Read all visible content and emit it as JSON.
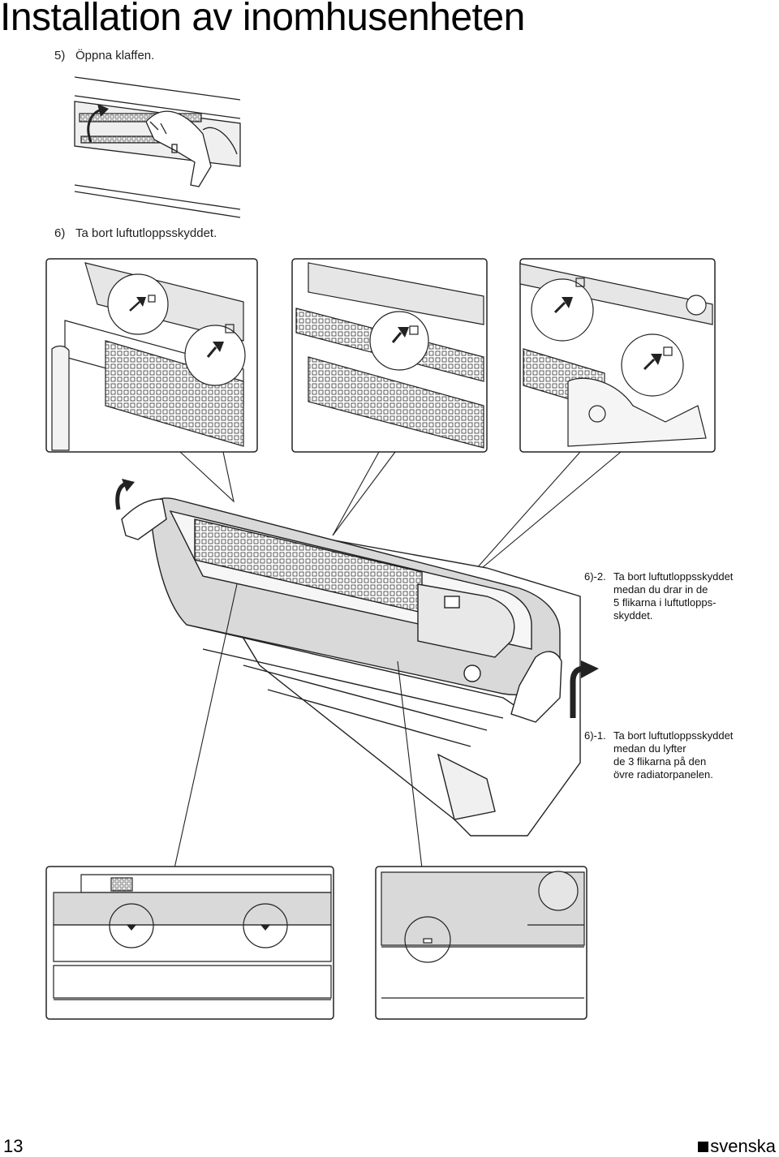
{
  "page": {
    "title": "Installation av inomhusenheten",
    "page_number": "13",
    "language": "svenska"
  },
  "steps": [
    {
      "num": "5)",
      "text": "Öppna klaffen."
    },
    {
      "num": "6)",
      "text": "Ta bort luftutloppsskyddet."
    }
  ],
  "notes": {
    "note_6_2": {
      "num": "6)-2.",
      "lines": [
        "Ta bort luftutloppsskyddet",
        "medan du drar in de",
        "5 flikarna i luftutlopps-",
        "skyddet."
      ]
    },
    "note_6_1": {
      "num": "6)-1.",
      "lines": [
        "Ta bort luftutloppsskyddet",
        "medan du lyfter",
        "de 3 flikarna på den",
        "övre radiatorpanelen."
      ]
    }
  }
}
